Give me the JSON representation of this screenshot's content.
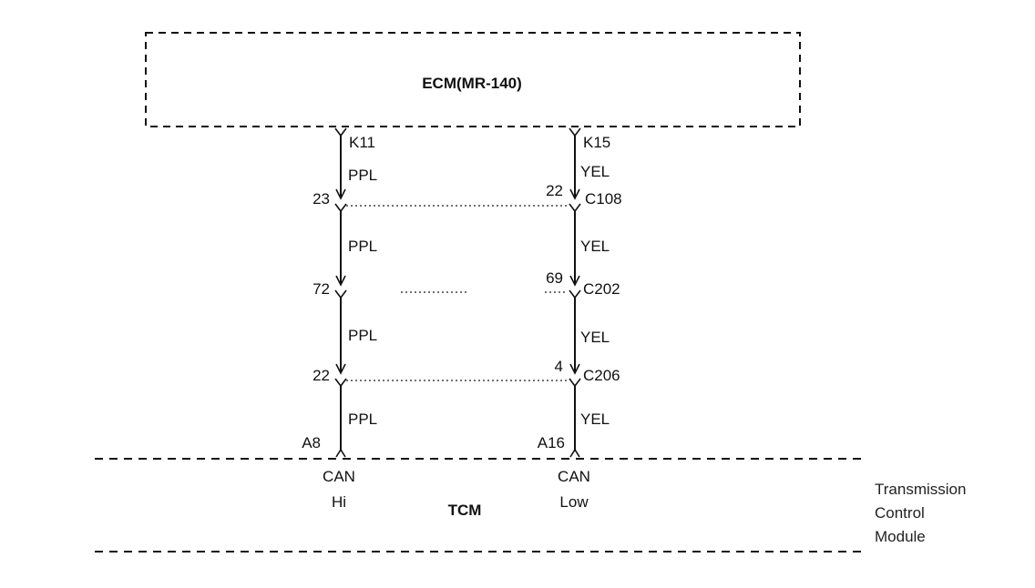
{
  "ecm": {
    "label": "ECM(MR-140)"
  },
  "wires": {
    "left": {
      "top_pin": "K11",
      "segments": [
        "PPL",
        "PPL",
        "PPL",
        "PPL"
      ],
      "connector_pins": [
        "23",
        "72",
        "22"
      ],
      "tcm_pin": "A8",
      "signal_line1": "CAN",
      "signal_line2": "Hi"
    },
    "right": {
      "top_pin": "K15",
      "segments": [
        "YEL",
        "YEL",
        "YEL",
        "YEL"
      ],
      "connector_pins": [
        "22",
        "69",
        "4"
      ],
      "tcm_pin": "A16",
      "signal_line1": "CAN",
      "signal_line2": "Low"
    }
  },
  "connectors": [
    "C108",
    "C202",
    "C206"
  ],
  "tcm": {
    "label": "TCM",
    "side_label": [
      "Transmission",
      "Control",
      "Module"
    ]
  },
  "colors": {
    "line": "#111111",
    "dotted": "#444444",
    "background": "#ffffff"
  }
}
